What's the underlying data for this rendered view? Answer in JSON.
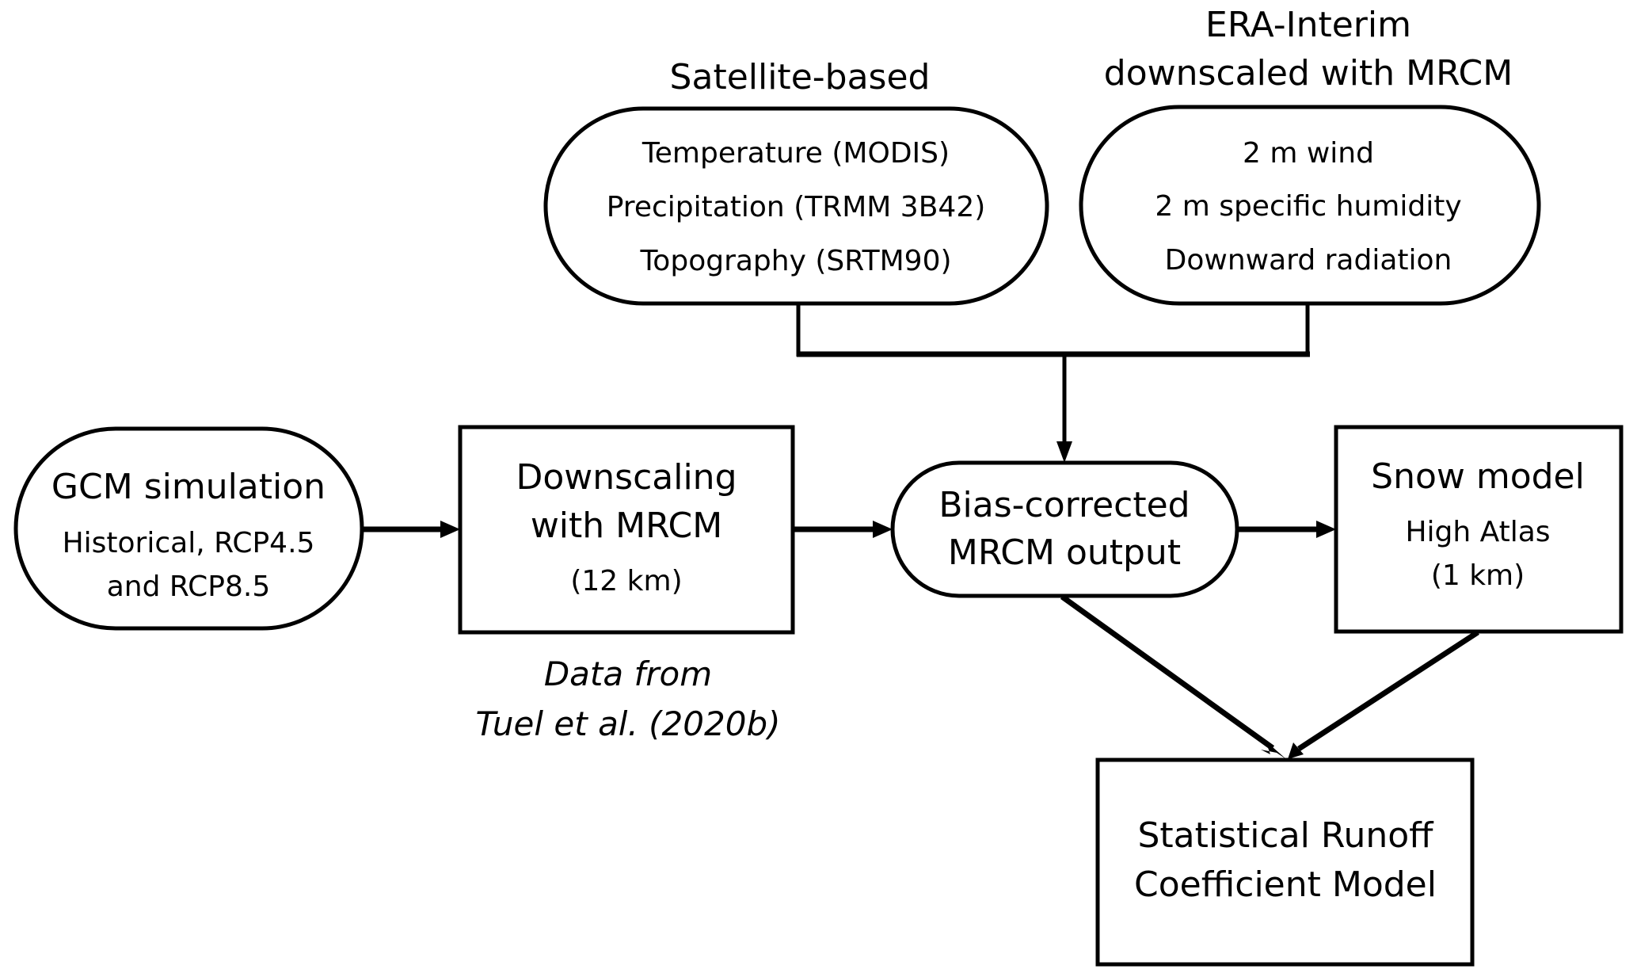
{
  "diagram": {
    "type": "flowchart",
    "colors": {
      "stroke": "#000000",
      "background": "#ffffff",
      "text": "#000000"
    },
    "group_headers": {
      "satellite": "Satellite-based",
      "era": [
        "ERA-Interim",
        "downscaled with MRCM"
      ]
    },
    "nodes": {
      "satellite": {
        "shape": "rounded",
        "lines": [
          "Temperature (MODIS)",
          "Precipitation (TRMM 3B42)",
          "Topography (SRTM90)"
        ]
      },
      "era": {
        "shape": "rounded",
        "lines": [
          "2 m wind",
          "2 m specific humidity",
          "Downward radiation"
        ]
      },
      "gcm": {
        "shape": "rounded",
        "title": "GCM simulation",
        "lines": [
          "Historical, RCP4.5",
          "and RCP8.5"
        ]
      },
      "downscaling": {
        "shape": "rectangle",
        "title_lines": [
          "Downscaling",
          "with MRCM"
        ],
        "lines": [
          "(12 km)"
        ]
      },
      "bias": {
        "shape": "rounded",
        "title_lines": [
          "Bias-corrected",
          "MRCM output"
        ]
      },
      "snow": {
        "shape": "rectangle",
        "title": "Snow model",
        "lines": [
          "High Atlas",
          "(1 km)"
        ]
      },
      "statistical": {
        "shape": "rectangle",
        "title_lines": [
          "Statistical Runoff",
          "Coefficient Model"
        ]
      }
    },
    "annotations": {
      "downscaling_note": [
        "Data from",
        "Tuel et al. (2020b)"
      ]
    },
    "edges": [
      {
        "from": "satellite",
        "to": "bias",
        "style": "merge"
      },
      {
        "from": "era",
        "to": "bias",
        "style": "merge"
      },
      {
        "from": "gcm",
        "to": "downscaling"
      },
      {
        "from": "downscaling",
        "to": "bias"
      },
      {
        "from": "bias",
        "to": "snow"
      },
      {
        "from": "bias",
        "to": "statistical"
      },
      {
        "from": "snow",
        "to": "statistical"
      }
    ]
  }
}
